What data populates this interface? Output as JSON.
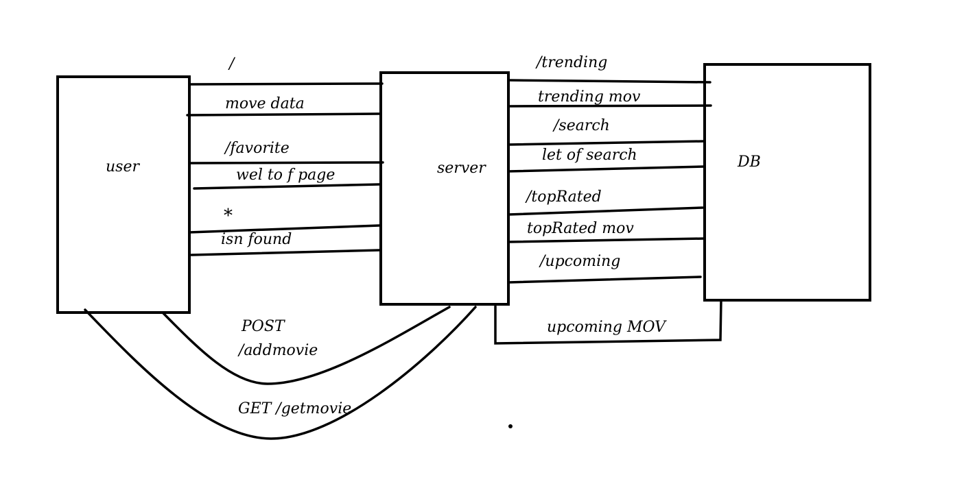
{
  "nodes": {
    "user": "user",
    "server": "server",
    "db": "DB"
  },
  "user_server_edges": {
    "root_route": "/",
    "move_data": "move data",
    "favorite_route": "/favorite",
    "fav_page": "wel to f page",
    "wildcard_route": "*",
    "not_found": "isn found"
  },
  "server_db_edges": {
    "trending_route": "/trending",
    "trending_mov": "trending mov",
    "search_route": "/search",
    "search_result": "let of search",
    "toprated_route": "/topRated",
    "toprated_mov": "topRated mov",
    "upcoming_route": "/upcoming",
    "upcoming_mov": "upcoming MOV"
  },
  "curve_edges": {
    "post_method": "POST",
    "post_route": "/addmovie",
    "get_route": "GET /getmovie"
  }
}
